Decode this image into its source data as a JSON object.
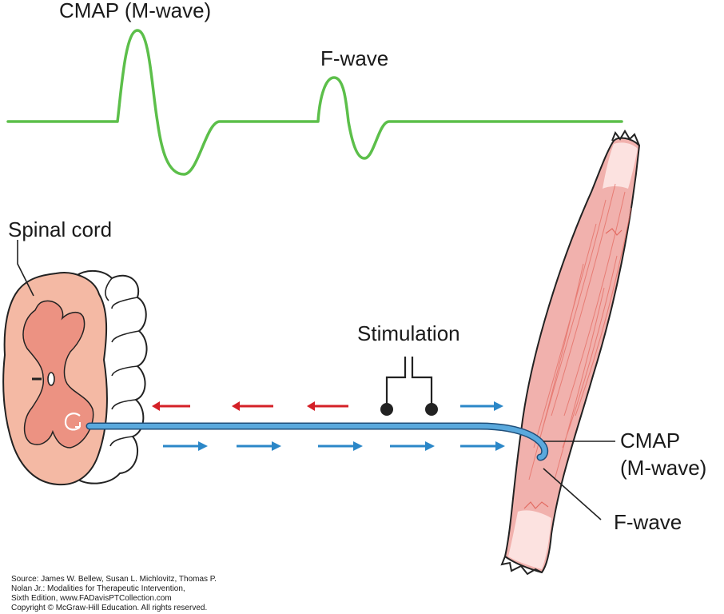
{
  "labels": {
    "cmap_top": "CMAP (M-wave)",
    "fwave_top": "F-wave",
    "spinal_cord": "Spinal cord",
    "stimulation": "Stimulation",
    "cmap_right_1": "CMAP",
    "cmap_right_2": "(M-wave)",
    "fwave_right": "F-wave"
  },
  "source": {
    "line1": "Source: James W. Bellew, Susan L. Michlovitz, Thomas P.",
    "line2": "Nolan Jr.: Modalities for Therapeutic Intervention,",
    "line3": "Sixth Edition, www.FADavisPTCollection.com",
    "line4": "Copyright © McGraw-Hill Education. All rights reserved."
  },
  "colors": {
    "waveform": "#5cbf4a",
    "nerve": "#5aa9dd",
    "orthodromic_arrow": "#2b87c8",
    "antidromic_arrow": "#d42027",
    "spinal_tissue": "#f4b9a4",
    "gray_matter": "#ec9282",
    "muscle": "#f1b1ad"
  }
}
